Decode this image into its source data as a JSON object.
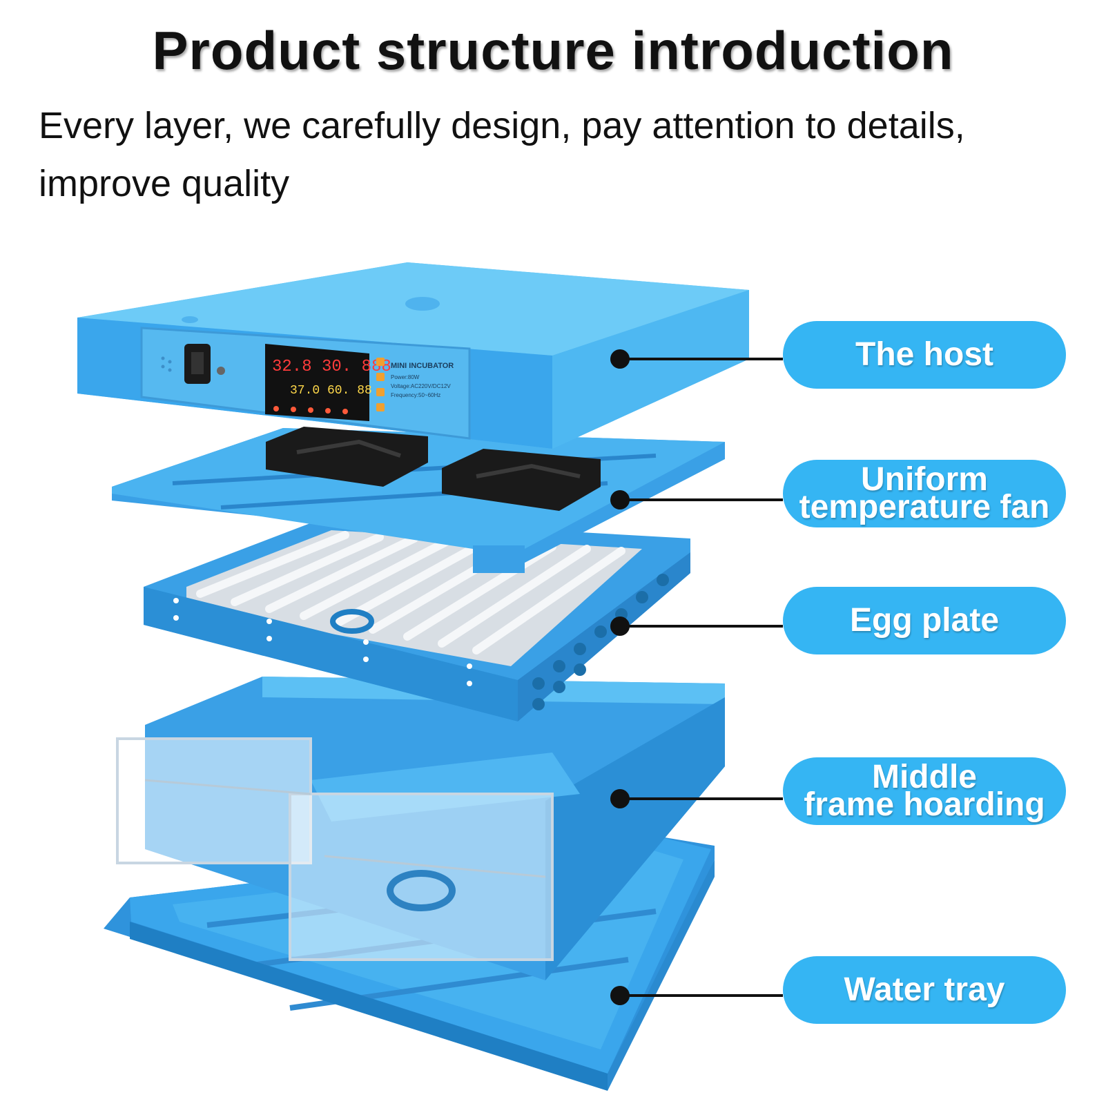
{
  "title": "Product structure introduction",
  "subtitle": "Every layer, we carefully design, pay attention to details, improve quality",
  "colors": {
    "label_bg": "#35b5f3",
    "body_blue": "#3aa0e6",
    "body_dark": "#1f7fc4",
    "body_light": "#5cc0f4",
    "leader_line": "#111111"
  },
  "control_panel": {
    "display_top": "32.8  30.  888",
    "display_bottom": "37.0  60.  88",
    "model": "MINI INCUBATOR",
    "power": "Power:80W",
    "voltage": "Voltage:AC220V/DC12V",
    "frequency": "Frequency:50~60Hz"
  },
  "labels": [
    {
      "id": "host",
      "text": "The host"
    },
    {
      "id": "fan",
      "line1": "Uniform",
      "line2": "temperature fan"
    },
    {
      "id": "egg-plate",
      "text": "Egg plate"
    },
    {
      "id": "middle-frame",
      "line1": "Middle",
      "line2": "frame hoarding"
    },
    {
      "id": "water-tray",
      "text": "Water tray"
    }
  ]
}
